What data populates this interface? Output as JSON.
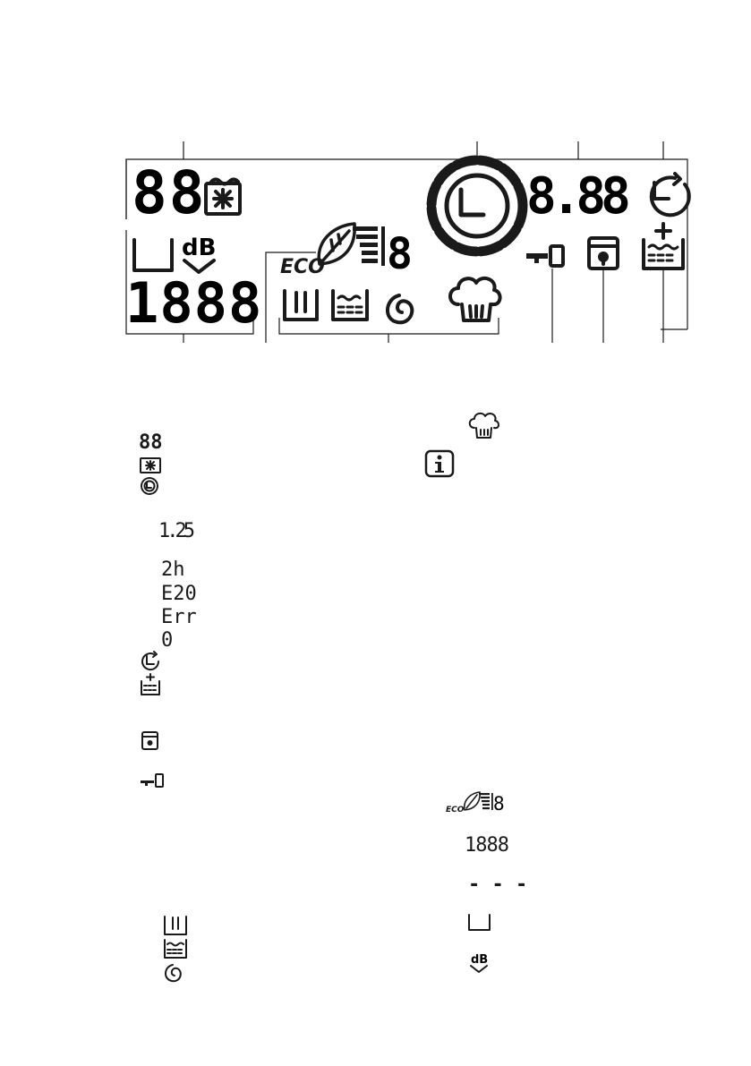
{
  "panel": {
    "digits_top_left": "88",
    "digits_bottom_left": "1888",
    "digits_top_right": "8.88",
    "db_label": "dB",
    "eco_label": "ECO",
    "eco_digit": "8"
  },
  "legend_left": {
    "row_88": "88",
    "row_125": "1.25",
    "row_2h": "2h",
    "row_e20": "E20",
    "row_err": "Err",
    "row_0": "0"
  },
  "legend_right": {
    "row_eco_label": "ECO",
    "row_eco_digit": "8",
    "row_1888": "1888",
    "row_dashes": "- - -",
    "row_db": "dB"
  }
}
